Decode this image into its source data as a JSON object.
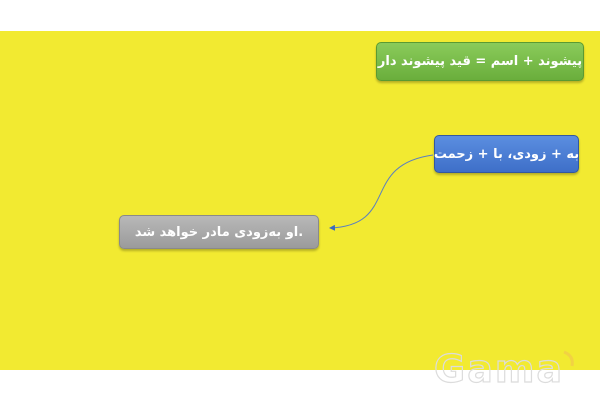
{
  "diagram": {
    "formula_box": "پیشوند + اسم = قید پیشوند دار",
    "examples_box": "به + زودی، با + زحمت",
    "sentence_box": ".او به‌زودی مادر خواهد شد"
  },
  "watermark": {
    "text": "Gama"
  },
  "colors": {
    "background": "#f2ea31",
    "formula_box": "#78bd48",
    "examples_box": "#4a7ad4",
    "sentence_box": "#a8a8a8"
  }
}
